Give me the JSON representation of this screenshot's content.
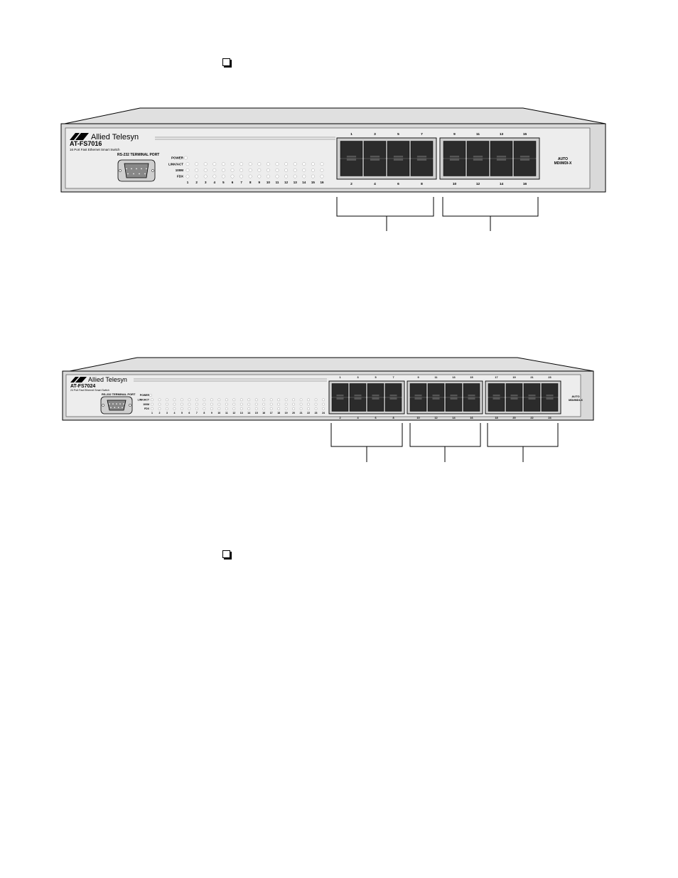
{
  "page": {
    "checkbox_top": "",
    "checkbox_bottom": ""
  },
  "switch16": {
    "brand": "Allied Telesyn",
    "model": "AT-FS7016",
    "subtitle": "16 Port Fast Ethernet Smart Switch",
    "terminal_port_label": "RS-232 TERMINAL PORT",
    "led_labels": [
      "POWER",
      "LINK/ACT",
      "100M",
      "FDX"
    ],
    "led_columns": [
      "1",
      "2",
      "3",
      "4",
      "5",
      "6",
      "7",
      "8",
      "9",
      "10",
      "11",
      "12",
      "13",
      "14",
      "15",
      "16"
    ],
    "top_port_numbers": [
      "1",
      "3",
      "5",
      "7",
      "9",
      "11",
      "13",
      "15"
    ],
    "bottom_port_numbers": [
      "2",
      "4",
      "6",
      "8",
      "10",
      "12",
      "14",
      "16"
    ],
    "auto_label": "AUTO",
    "mdi_label": "MDI/MDI-X"
  },
  "switch24": {
    "brand": "Allied Telesyn",
    "model": "AT-FS7024",
    "subtitle": "24 Port Fast Ethernet Smart Switch",
    "terminal_port_label": "RS-232 TERMINAL PORT",
    "led_labels": [
      "POWER",
      "LINK/ACT",
      "100M",
      "FDX"
    ],
    "led_columns": [
      "1",
      "2",
      "3",
      "4",
      "5",
      "6",
      "7",
      "8",
      "9",
      "10",
      "11",
      "12",
      "13",
      "14",
      "15",
      "16",
      "17",
      "18",
      "19",
      "20",
      "21",
      "22",
      "23",
      "24"
    ],
    "top_port_numbers": [
      "1",
      "3",
      "5",
      "7",
      "9",
      "11",
      "13",
      "15",
      "17",
      "19",
      "21",
      "23"
    ],
    "bottom_port_numbers": [
      "2",
      "4",
      "6",
      "8",
      "10",
      "12",
      "14",
      "16",
      "18",
      "20",
      "22",
      "24"
    ],
    "auto_label": "AUTO",
    "mdi_label": "MDI/MDI-X"
  }
}
